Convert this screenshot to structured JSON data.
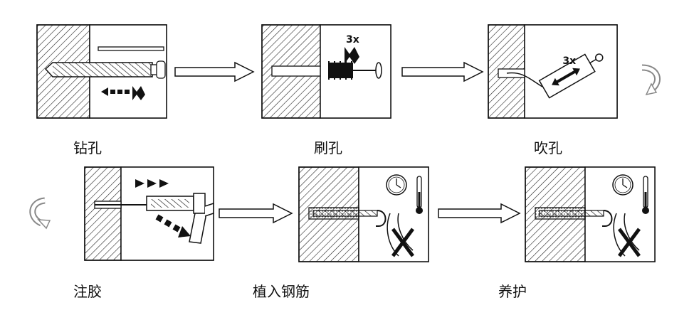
{
  "steps": [
    {
      "label": "钻孔",
      "drawing": "drill-bit-in-wall",
      "repeat": ""
    },
    {
      "label": "刷孔",
      "drawing": "brush-cleaning-hole",
      "repeat": "3x"
    },
    {
      "label": "吹孔",
      "drawing": "blow-pump-cleaning-hole",
      "repeat": "3x"
    },
    {
      "label": "注胶",
      "drawing": "injection-gun-filling-adhesive",
      "repeat": ""
    },
    {
      "label": "植入钢筋",
      "drawing": "rebar-inserted-curing",
      "repeat": ""
    },
    {
      "label": "养护",
      "drawing": "rebar-curing-wait",
      "repeat": ""
    }
  ],
  "icons": [
    "flow-arrow-icon",
    "turn-arrow-icon",
    "clock-icon",
    "thermometer-icon",
    "no-load-icon",
    "direction-arrows-icon"
  ],
  "colors": {
    "line": "#111111",
    "background": "#ffffff"
  }
}
